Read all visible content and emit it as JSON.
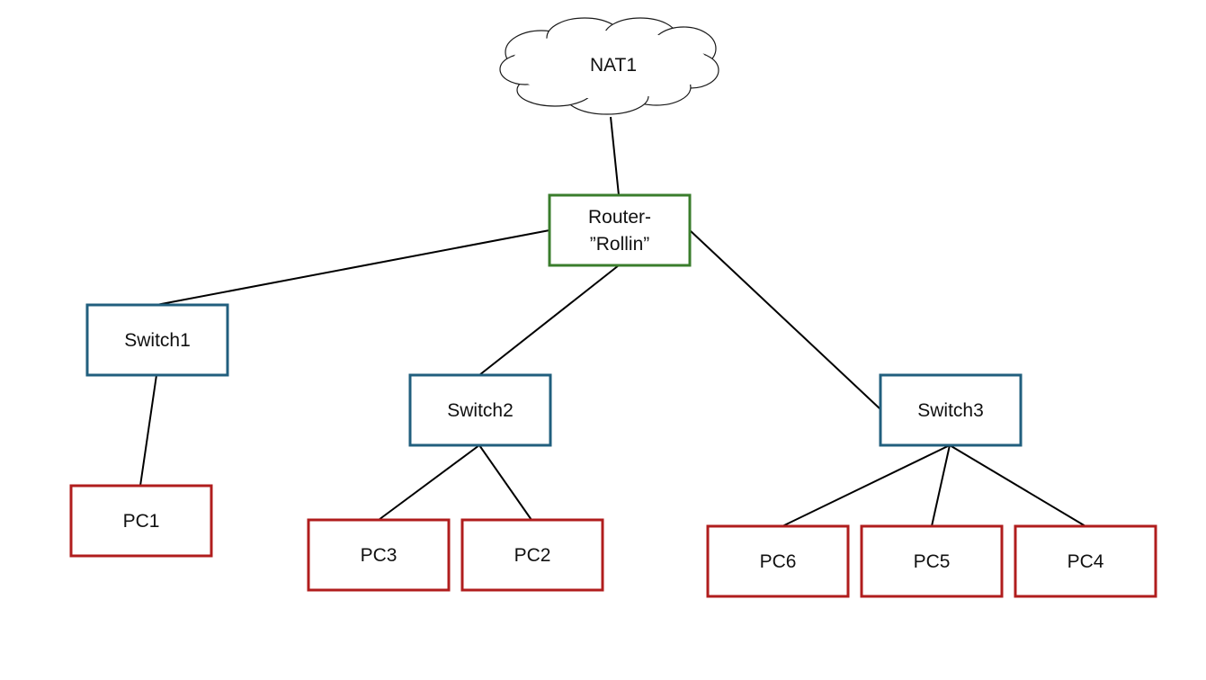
{
  "colors": {
    "router_border": "#3a7d2c",
    "switch_border": "#215f7e",
    "pc_border": "#b01d1d",
    "cloud_border": "#1a1a1a",
    "link": "#000000"
  },
  "cloud": {
    "label": "NAT1"
  },
  "router": {
    "label_line1": "Router-",
    "label_line2": "”Rollin”"
  },
  "switches": {
    "switch1": "Switch1",
    "switch2": "Switch2",
    "switch3": "Switch3"
  },
  "pcs": {
    "pc1": "PC1",
    "pc2": "PC2",
    "pc3": "PC3",
    "pc4": "PC4",
    "pc5": "PC5",
    "pc6": "PC6"
  },
  "links": [
    [
      "cloud",
      "router"
    ],
    [
      "router",
      "switch1"
    ],
    [
      "router",
      "switch2"
    ],
    [
      "router",
      "switch3"
    ],
    [
      "switch1",
      "pc1"
    ],
    [
      "switch2",
      "pc3"
    ],
    [
      "switch2",
      "pc2"
    ],
    [
      "switch3",
      "pc6"
    ],
    [
      "switch3",
      "pc5"
    ],
    [
      "switch3",
      "pc4"
    ]
  ]
}
